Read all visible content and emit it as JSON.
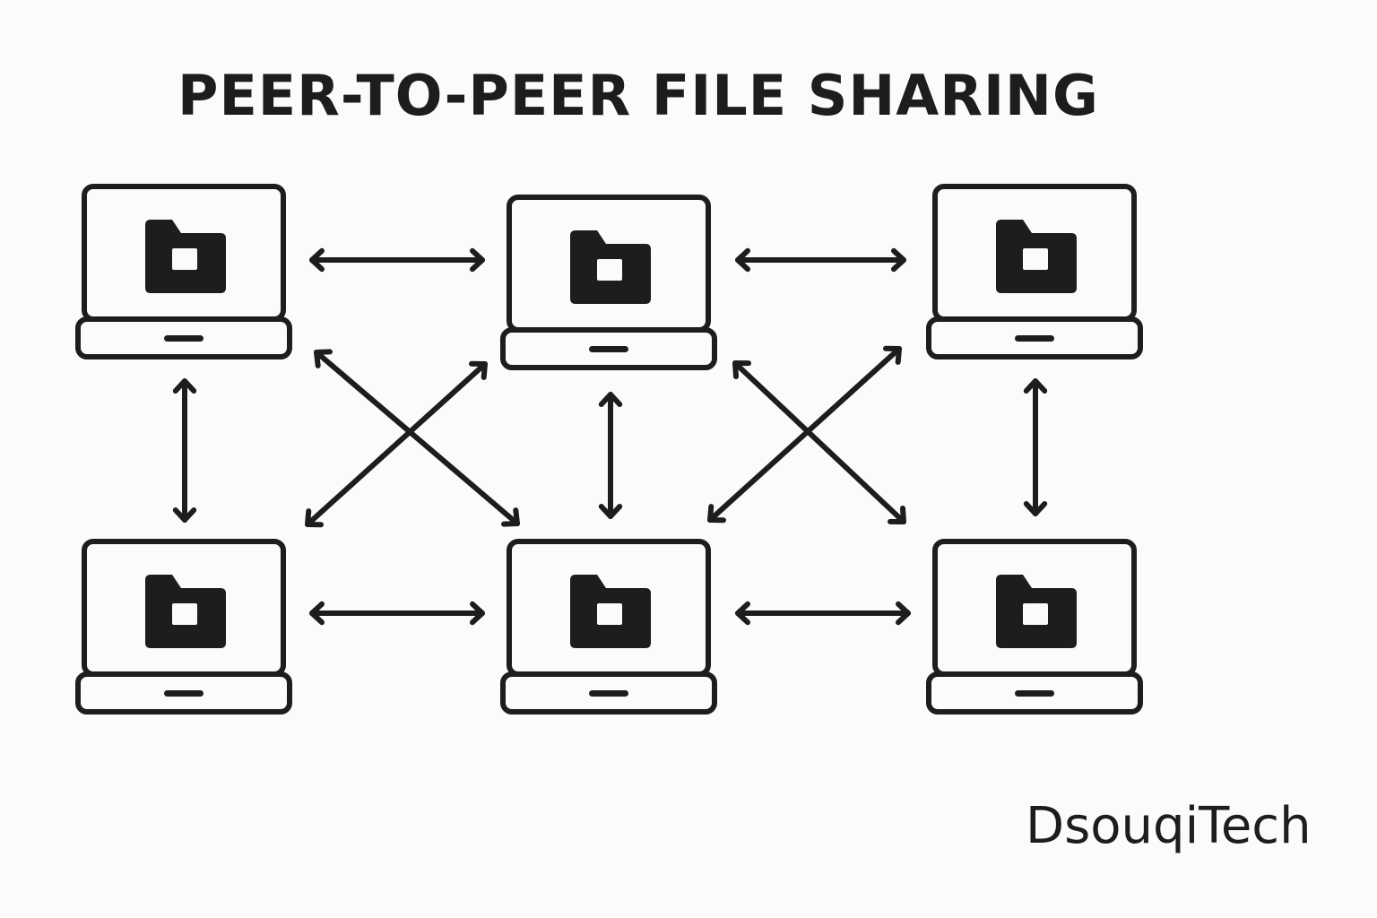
{
  "header": {
    "title": "PEER-TO-PEER FILE SHARING"
  },
  "brand": {
    "name": "DsouqiTech"
  },
  "colors": {
    "ink": "#1d1d1d",
    "background": "#fbfbfb"
  },
  "nodes": [
    {
      "id": "peer-top-left",
      "icon": "laptop-with-folder-icon"
    },
    {
      "id": "peer-top-center",
      "icon": "laptop-with-folder-icon"
    },
    {
      "id": "peer-top-right",
      "icon": "laptop-with-folder-icon"
    },
    {
      "id": "peer-bottom-left",
      "icon": "laptop-with-folder-icon"
    },
    {
      "id": "peer-bottom-center",
      "icon": "laptop-with-folder-icon"
    },
    {
      "id": "peer-bottom-right",
      "icon": "laptop-with-folder-icon"
    }
  ],
  "edges": [
    {
      "from": "peer-top-left",
      "to": "peer-top-center",
      "direction": "bidirectional"
    },
    {
      "from": "peer-top-center",
      "to": "peer-top-right",
      "direction": "bidirectional"
    },
    {
      "from": "peer-bottom-left",
      "to": "peer-bottom-center",
      "direction": "bidirectional"
    },
    {
      "from": "peer-bottom-center",
      "to": "peer-bottom-right",
      "direction": "bidirectional"
    },
    {
      "from": "peer-top-left",
      "to": "peer-bottom-left",
      "direction": "bidirectional"
    },
    {
      "from": "peer-top-center",
      "to": "peer-bottom-center",
      "direction": "bidirectional"
    },
    {
      "from": "peer-top-right",
      "to": "peer-bottom-right",
      "direction": "bidirectional"
    },
    {
      "from": "peer-top-left",
      "to": "peer-bottom-center",
      "direction": "bidirectional"
    },
    {
      "from": "peer-bottom-left",
      "to": "peer-top-center",
      "direction": "bidirectional"
    },
    {
      "from": "peer-top-center",
      "to": "peer-bottom-right",
      "direction": "bidirectional"
    },
    {
      "from": "peer-bottom-center",
      "to": "peer-top-right",
      "direction": "bidirectional"
    }
  ]
}
